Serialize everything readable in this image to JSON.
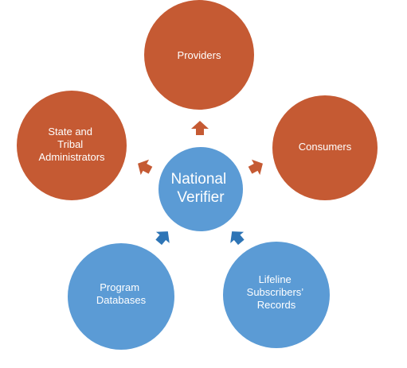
{
  "diagram": {
    "center": {
      "label_lines": [
        "National",
        "Verifier"
      ],
      "color": "#5B9BD5"
    },
    "outputs_color": "#C55A33",
    "inputs_color": "#5B9BD5",
    "arrow_out_color": "#C55A33",
    "arrow_in_color": "#2E75B6",
    "outputs": [
      {
        "id": "providers",
        "label_lines": [
          "Providers"
        ]
      },
      {
        "id": "consumers",
        "label_lines": [
          "Consumers"
        ]
      },
      {
        "id": "state-tribal-administrators",
        "label_lines": [
          "State and",
          "Tribal",
          "Administrators"
        ]
      }
    ],
    "inputs": [
      {
        "id": "program-databases",
        "label_lines": [
          "Program",
          "Databases"
        ]
      },
      {
        "id": "lifeline-subscribers-records",
        "label_lines": [
          "Lifeline",
          "Subscribers’",
          "Records"
        ]
      }
    ]
  }
}
